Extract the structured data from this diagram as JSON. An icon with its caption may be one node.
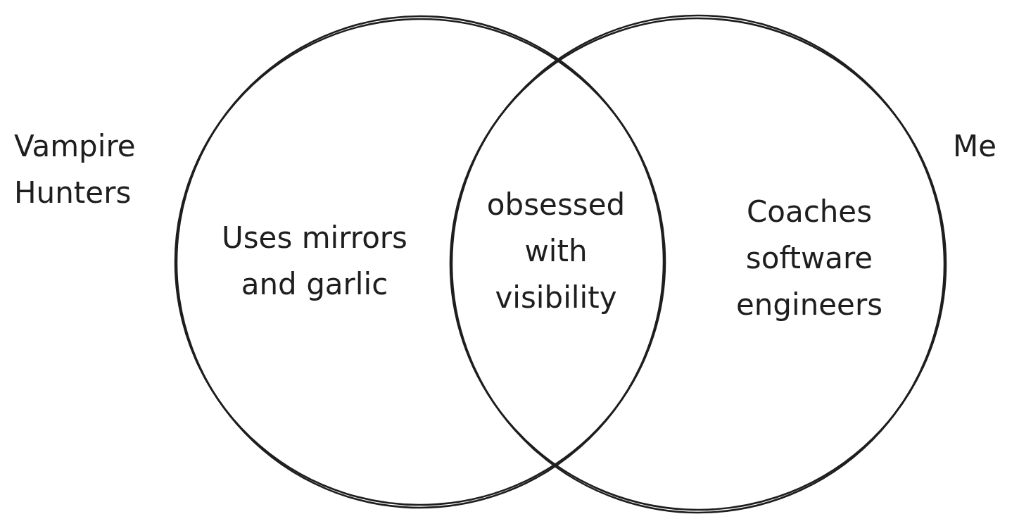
{
  "diagram": {
    "nodes": [
      {
        "text": [
          "Vampire Hunters",
          "Uses mirrors and garlic"
        ]
      },
      {
        "text": [
          "obsessed with visibility"
        ]
      },
      {
        "text": [
          "Me",
          "Coaches software engineers"
        ]
      }
    ]
  }
}
